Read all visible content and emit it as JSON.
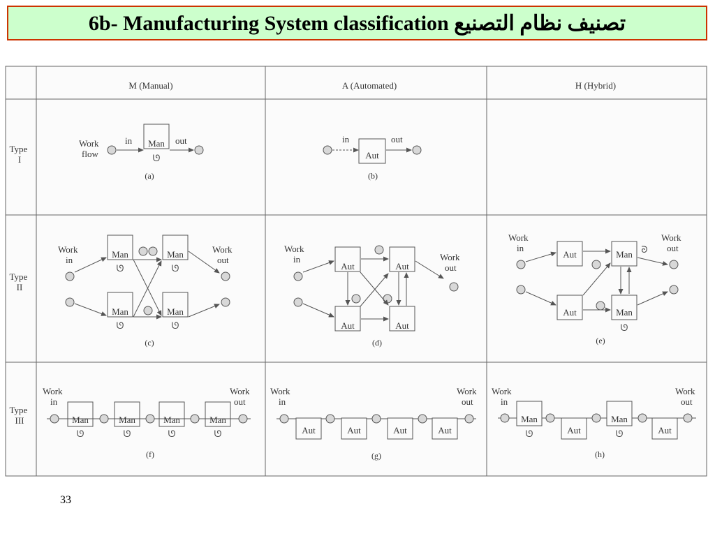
{
  "slide": {
    "title": "6b- Manufacturing System classification تصنيف نظام التصنيع",
    "page_number": "33"
  },
  "table": {
    "headers": [
      "M (Manual)",
      "A (Automated)",
      "H (Hybrid)"
    ],
    "rows": [
      {
        "type_line1": "Type",
        "type_line2": "I"
      },
      {
        "type_line1": "Type",
        "type_line2": "II"
      },
      {
        "type_line1": "Type",
        "type_line2": "III"
      }
    ]
  },
  "labels": {
    "work": "Work",
    "flow": "flow",
    "in": "in",
    "out": "out",
    "man": "Man",
    "aut": "Aut"
  },
  "captions": [
    "(a)",
    "(b)",
    "(c)",
    "(d)",
    "(e)",
    "(f)",
    "(g)",
    "(h)"
  ],
  "colors": {
    "title_bg": "#ccffcc",
    "title_border": "#cc3300",
    "line": "#555555",
    "part_fill": "#d8d8d8"
  }
}
